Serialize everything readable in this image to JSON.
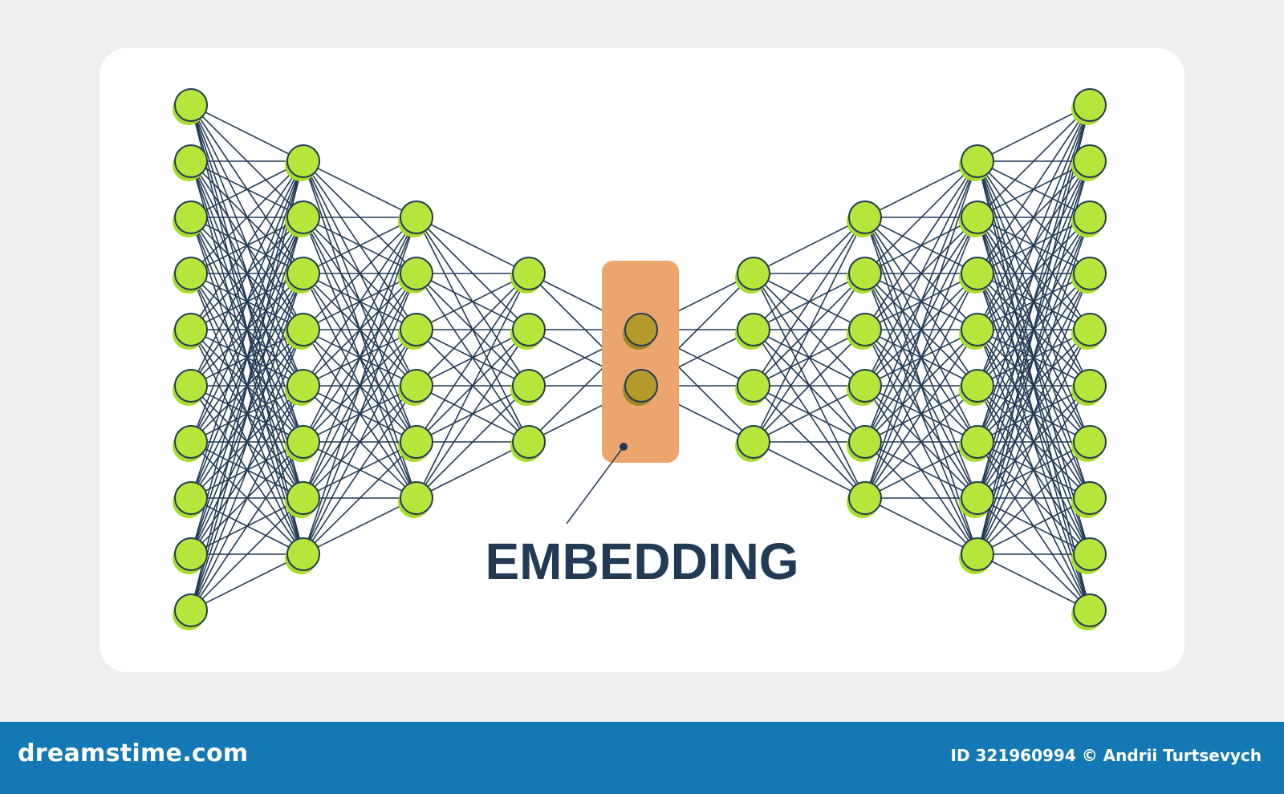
{
  "diagram": {
    "label": "EMBEDDING",
    "layer_node_counts": [
      10,
      8,
      6,
      4,
      2,
      4,
      6,
      8,
      10
    ],
    "embedding_layer_index": 4,
    "colors": {
      "background": "#efefef",
      "card": "#ffffff",
      "node_fill": "#b6e63c",
      "node_shadow": "#a8dc2c",
      "node_outline": "#233a55",
      "edge": "#233a55",
      "embedding_box": "#eda56e",
      "embedding_node_fill": "#b39a2b",
      "label": "#233a55"
    },
    "icons": {
      "node": "neuron-circle",
      "pointer": "callout-dot"
    }
  },
  "footer": {
    "brand": "dreamstime.com",
    "credit": "ID 321960994 © Andrii Turtsevych",
    "color": "#1378b3"
  }
}
